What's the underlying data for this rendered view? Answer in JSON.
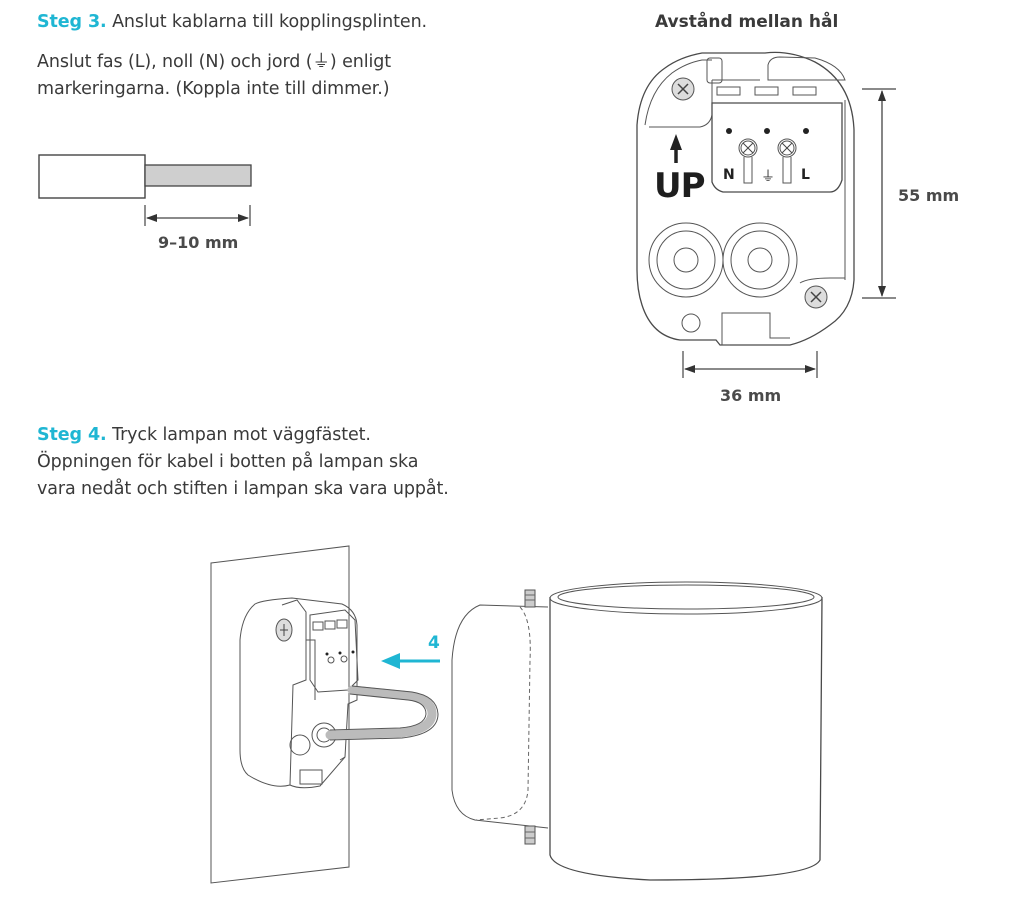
{
  "step3": {
    "label": "Steg 3.",
    "title": "Anslut kablarna till kopplingsplinten.",
    "line1": "Anslut fas (L), noll (N) och jord (⏚) enligt",
    "line2": "markeringarna. (Koppla inte till dimmer.)",
    "strip_length": "9–10 mm"
  },
  "hole_distance": {
    "title": "Avstånd mellan hål",
    "height": "55 mm",
    "width": "36 mm",
    "up_label": "UP",
    "terminals": [
      "N",
      "⏚",
      "L"
    ]
  },
  "step4": {
    "label": "Steg 4.",
    "title": "Tryck lampan mot väggfästet.",
    "line1": "Öppningen för kabel i botten på lampan ska",
    "line2": "vara nedåt och stiften i lampan ska vara uppåt.",
    "arrow_label": "4"
  },
  "colors": {
    "accent": "#1fb6d3",
    "text": "#3a3a3a",
    "line": "#4a4a4a",
    "insulation": "#cfcfcf"
  }
}
